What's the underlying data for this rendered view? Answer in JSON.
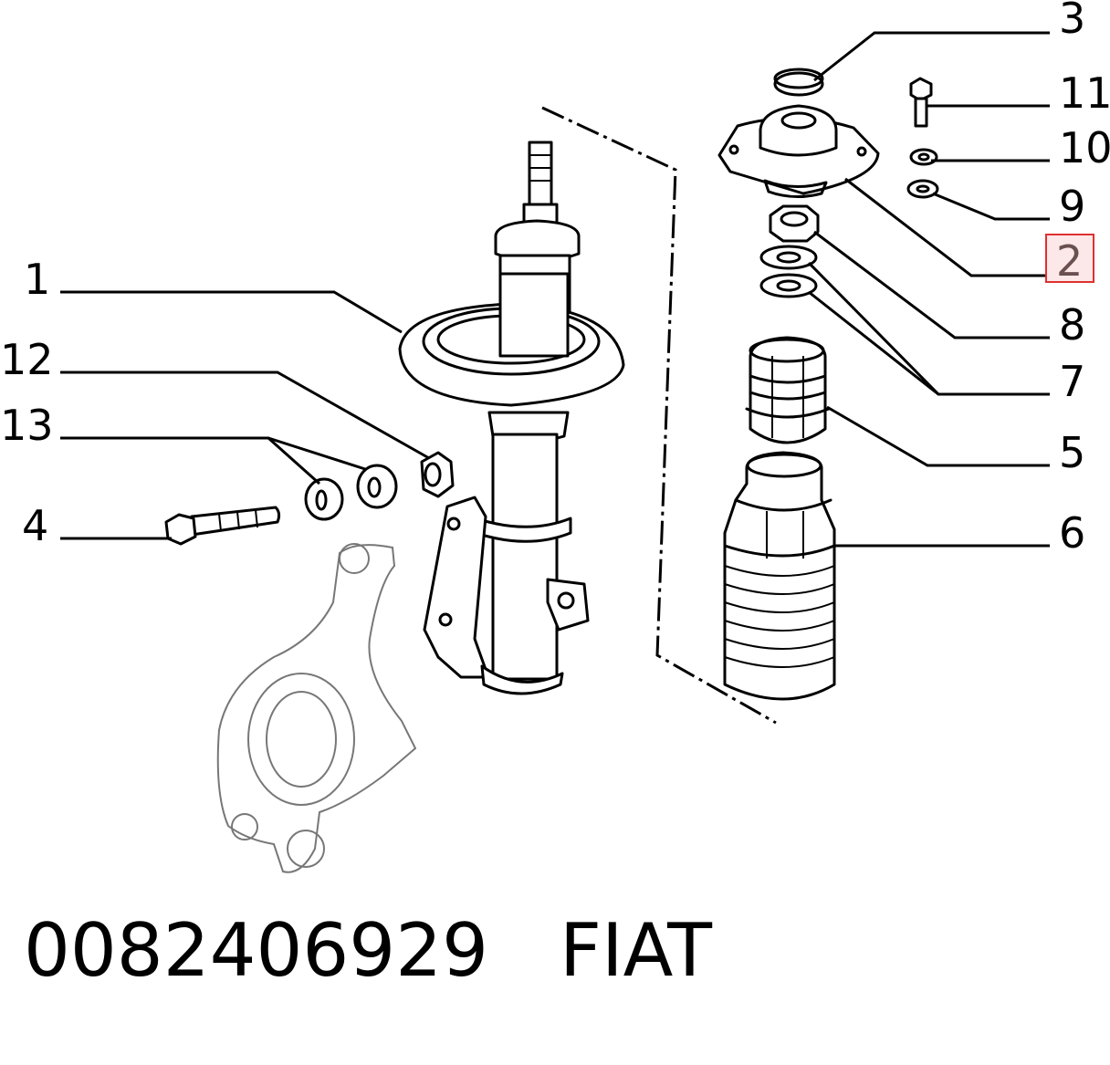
{
  "callouts": {
    "c1": "1",
    "c2": "2",
    "c3": "3",
    "c4": "4",
    "c5": "5",
    "c6": "6",
    "c7": "7",
    "c8": "8",
    "c9": "9",
    "c10": "10",
    "c11": "11",
    "c12": "12",
    "c13": "13"
  },
  "highlight_color": "#e03030",
  "footer": {
    "part_number": "0082406929",
    "brand": "FIAT"
  }
}
